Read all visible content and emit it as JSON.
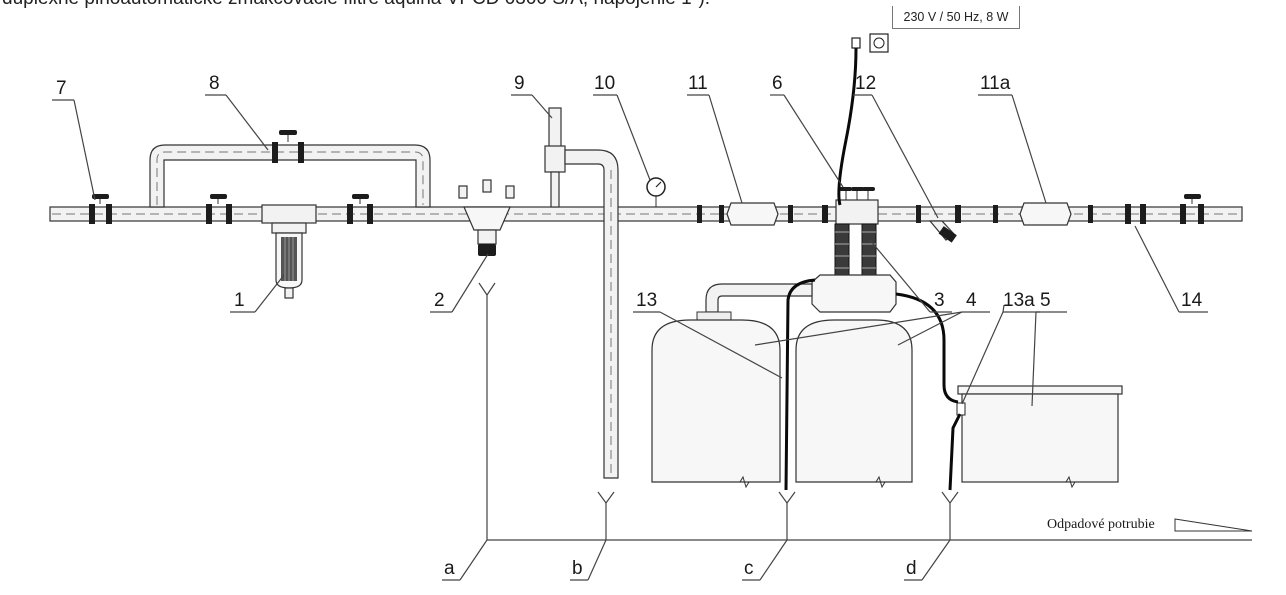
{
  "header": {
    "caption": "dupléxné plnoautomatické zmäkčovacie filtre aquina VPCD 0300 S/A, napojenie 1\"):"
  },
  "power": {
    "spec": "230 V / 50 Hz, 8 W"
  },
  "labels": {
    "n1": "1",
    "n2": "2",
    "n3": "3",
    "n4": "4",
    "n5": "5",
    "n6": "6",
    "n7": "7",
    "n8": "8",
    "n9": "9",
    "n10": "10",
    "n11": "11",
    "n11a": "11a",
    "n12": "12",
    "n13": "13",
    "n13a": "13a",
    "n14": "14",
    "a": "a",
    "b": "b",
    "c": "c",
    "d": "d"
  },
  "drain": {
    "label": "Odpadové potrubie"
  }
}
